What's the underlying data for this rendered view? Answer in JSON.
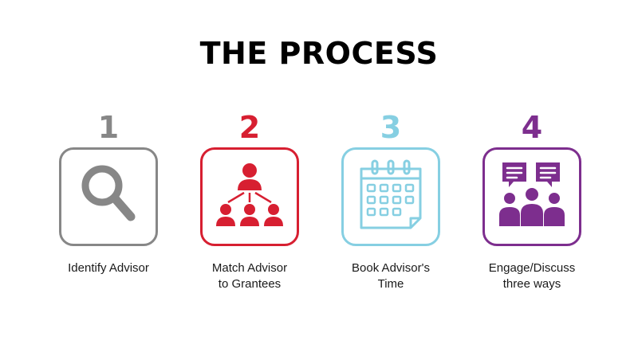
{
  "title": "THE PROCESS",
  "steps": [
    {
      "number": "1",
      "label": "Identify Advisor",
      "color": "#878787",
      "icon": "magnifying-glass-icon"
    },
    {
      "number": "2",
      "label": "Match Advisor\nto Grantees",
      "color": "#d71f31",
      "icon": "org-chart-icon"
    },
    {
      "number": "3",
      "label": "Book Advisor's\nTime",
      "color": "#86cfe2",
      "icon": "calendar-icon"
    },
    {
      "number": "4",
      "label": "Engage/Discuss\nthree ways",
      "color": "#7d2e8e",
      "icon": "group-discussion-icon"
    }
  ]
}
